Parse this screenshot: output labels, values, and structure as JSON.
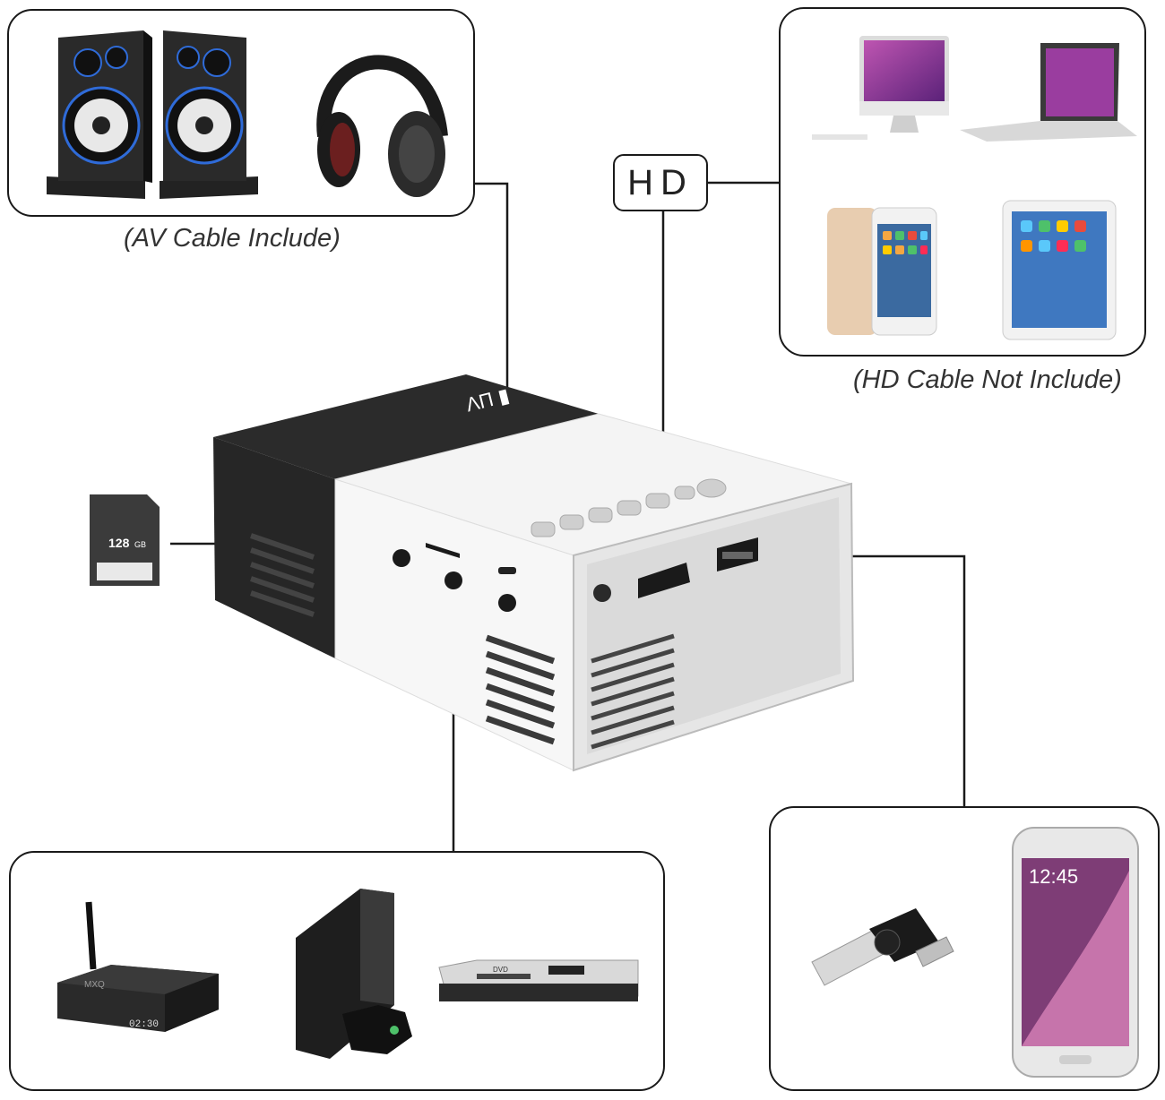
{
  "captions": {
    "av": "(AV Cable Include)",
    "hd": "(HD Cable Not Include)"
  },
  "hd_label": "HD",
  "sd_card": {
    "capacity": "128",
    "unit": "GB"
  },
  "phone_clock": "12:45",
  "settop_clock": "02:30",
  "settop_brand": "MXQ",
  "dvd_logo": "DVD",
  "colors": {
    "outline": "#1a1a1a",
    "projector_black": "#2b2b2b",
    "projector_white": "#f4f4f4",
    "accent_blue": "#2f6bd8"
  },
  "icons": [
    "speakers-icon",
    "headphones-icon",
    "imac-icon",
    "laptop-icon",
    "iphone-gold-icon",
    "ipad-icon",
    "sd-card-icon",
    "projector-icon",
    "tv-box-icon",
    "xbox-console-icon",
    "dvd-player-icon",
    "usb-flash-drive-icon",
    "galaxy-phone-icon"
  ]
}
